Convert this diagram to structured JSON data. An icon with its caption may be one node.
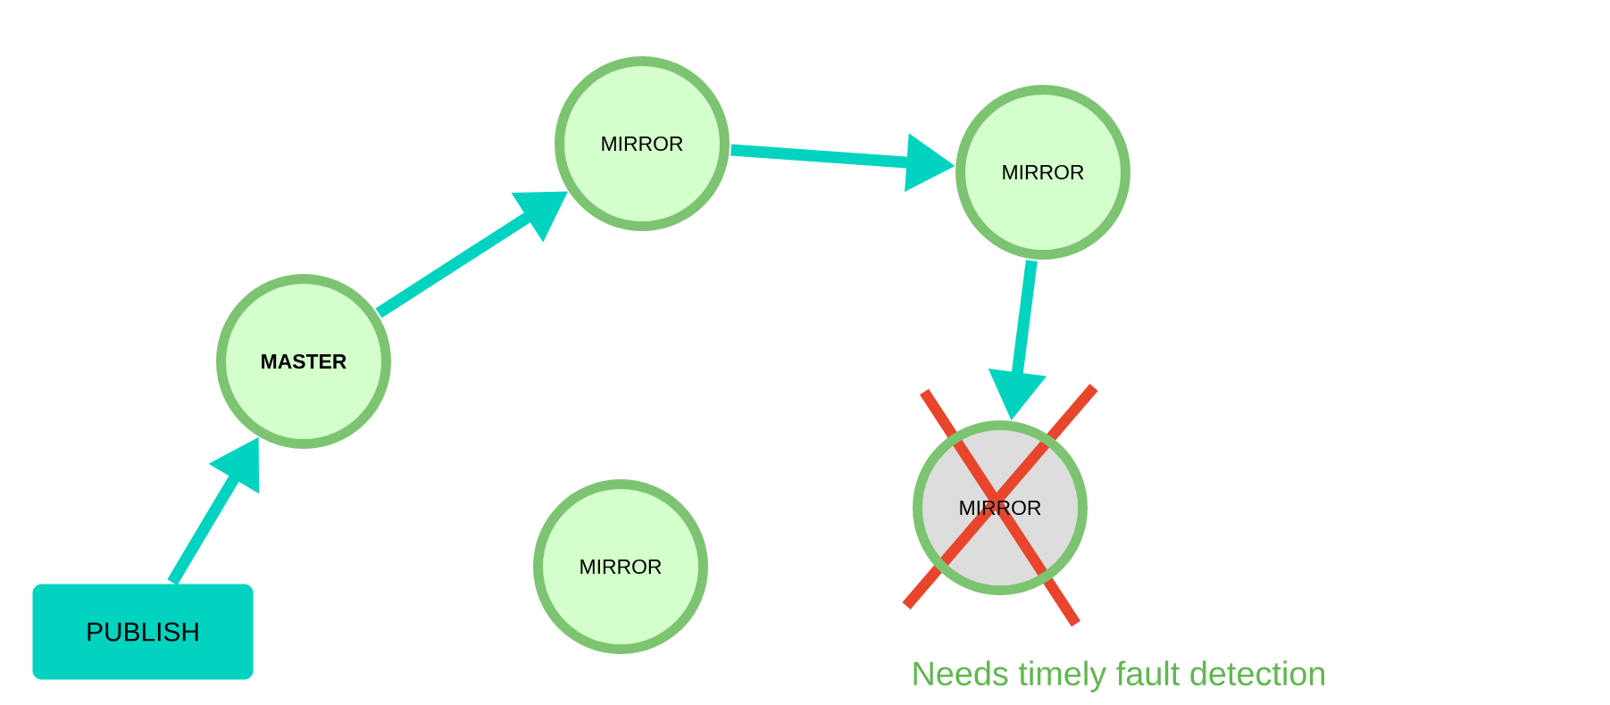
{
  "diagram": {
    "nodes": [
      {
        "text": [
          "PUBLISH"
        ]
      },
      {
        "text": [
          "MASTER"
        ]
      },
      {
        "text": [
          "MIRROR"
        ]
      },
      {
        "text": [
          "MIRROR"
        ]
      },
      {
        "text": [
          "MIRROR"
        ]
      },
      {
        "text": [
          "MIRROR"
        ]
      }
    ],
    "edges": [
      {
        "from": 0,
        "to": 1,
        "arrow": "to"
      },
      {
        "from": 1,
        "to": 2,
        "arrow": "to"
      },
      {
        "from": 2,
        "to": 3,
        "arrow": "to"
      },
      {
        "from": 3,
        "to": 4,
        "arrow": "to"
      }
    ],
    "labels": [
      "Needs timely fault detection"
    ]
  }
}
